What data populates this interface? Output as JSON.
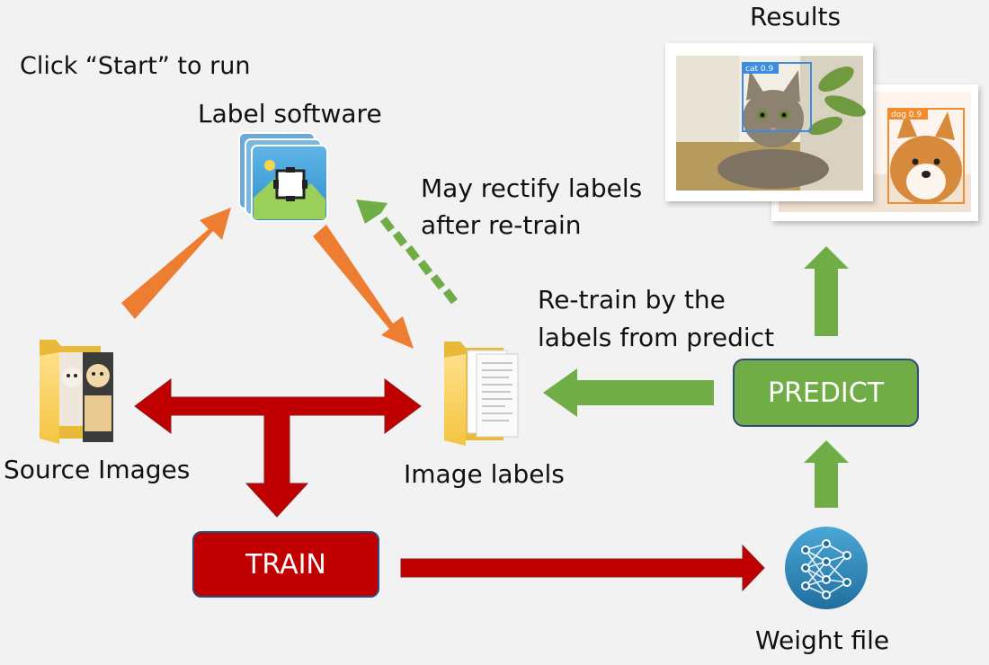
{
  "title": "Click “Start” to run",
  "nodes": {
    "label_software": "Label software",
    "source_images": "Source Images",
    "image_labels": "Image labels",
    "weight_file": "Weight file",
    "results": "Results"
  },
  "buttons": {
    "train": "TRAIN",
    "predict": "PREDICT"
  },
  "annotations": {
    "rectify_line1": "May rectify labels",
    "rectify_line2": "after re-train",
    "retrain_line1": "Re-train by the",
    "retrain_line2": "labels from predict"
  },
  "detections": {
    "cat_label": "cat 0.9",
    "dog_label": "dog 0.9"
  },
  "colors": {
    "orange": "#ed7d31",
    "green": "#70ad47",
    "red": "#c00000",
    "background": "#f2f2f2"
  },
  "icons": [
    "image-stack-icon",
    "folder-icon",
    "document-folder-icon",
    "neural-network-icon"
  ]
}
